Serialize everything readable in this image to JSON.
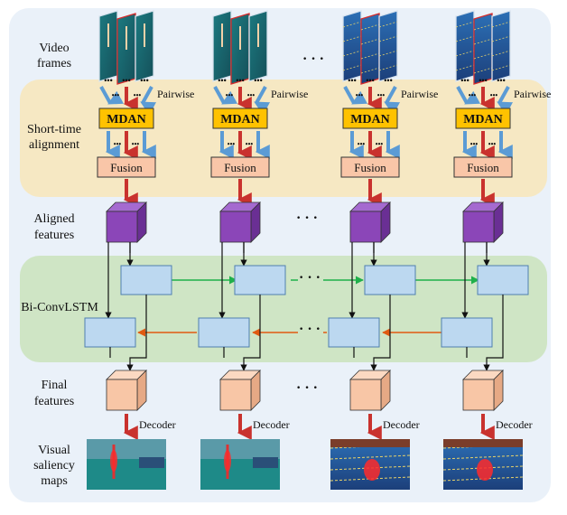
{
  "labels": {
    "video_frames": [
      "Video",
      "frames"
    ],
    "short_time_alignment": [
      "Short-time",
      "alignment"
    ],
    "aligned_features": [
      "Aligned",
      "features"
    ],
    "bi_convlstm": "Bi-ConvLSTM",
    "final_features": [
      "Final",
      "features"
    ],
    "saliency_maps": [
      "Visual",
      "saliency",
      "maps"
    ]
  },
  "module": {
    "mdan": "MDAN",
    "fusion": "Fusion",
    "pairwise": "Pairwise",
    "decoder": "Decoder",
    "ellipsis": "· · ·",
    "dots": "•••"
  },
  "colors": {
    "background_panel": "#eaf1f9",
    "alignment_band": "#f6e8c3",
    "lstm_band": "#cfe5c5",
    "mdan_fill": "#ffc200",
    "fusion_fill": "#f9c6a8",
    "aligned_cube": "#8b46b8",
    "final_cube": "#f8c6a6",
    "lstm_cell": "#bcd8f0",
    "red_arrow": "#c9322e",
    "blue_arrow": "#5b9bd5",
    "forward_arrow": "#1fb04a",
    "backward_arrow": "#e05a12"
  },
  "columns": [
    {
      "frames": "gymnast-diving",
      "map": "gymnast-diving"
    },
    {
      "frames": "gymnast-diving",
      "map": "gymnast-diving"
    },
    {
      "frames": "swimming-pool",
      "map": "swimming-pool"
    },
    {
      "frames": "swimming-pool",
      "map": "swimming-pool"
    }
  ]
}
